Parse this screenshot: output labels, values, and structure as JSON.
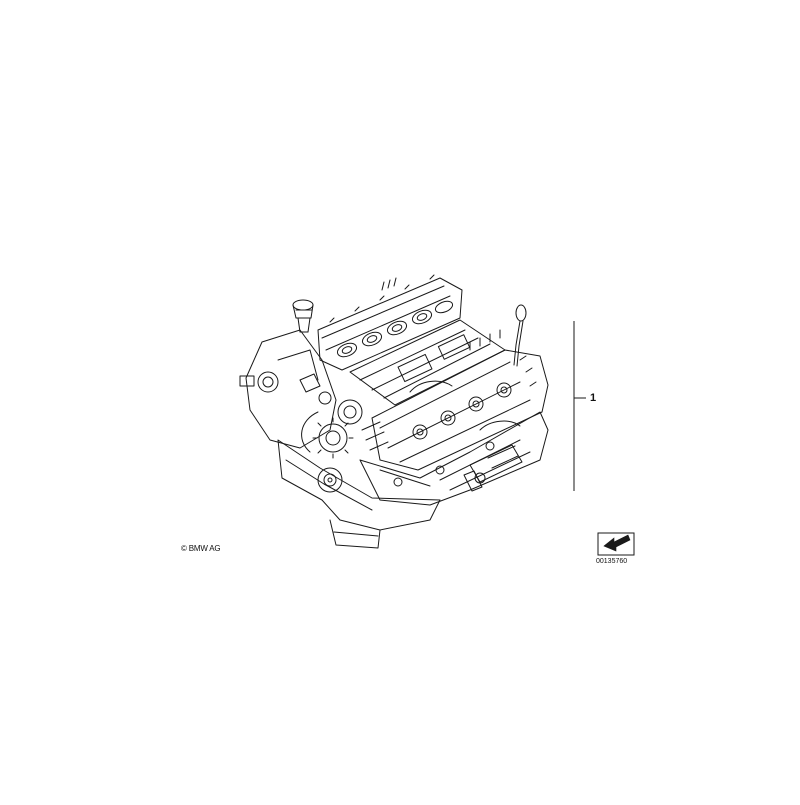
{
  "diagram": {
    "subject": "engine-assembly",
    "line_color": "#1a1a1a",
    "background": "#ffffff"
  },
  "callouts": [
    {
      "number": "1"
    }
  ],
  "copyright": "© BMW AG",
  "reference_number": "00135760",
  "direction_icon": "arrow-pointing-left-icon"
}
